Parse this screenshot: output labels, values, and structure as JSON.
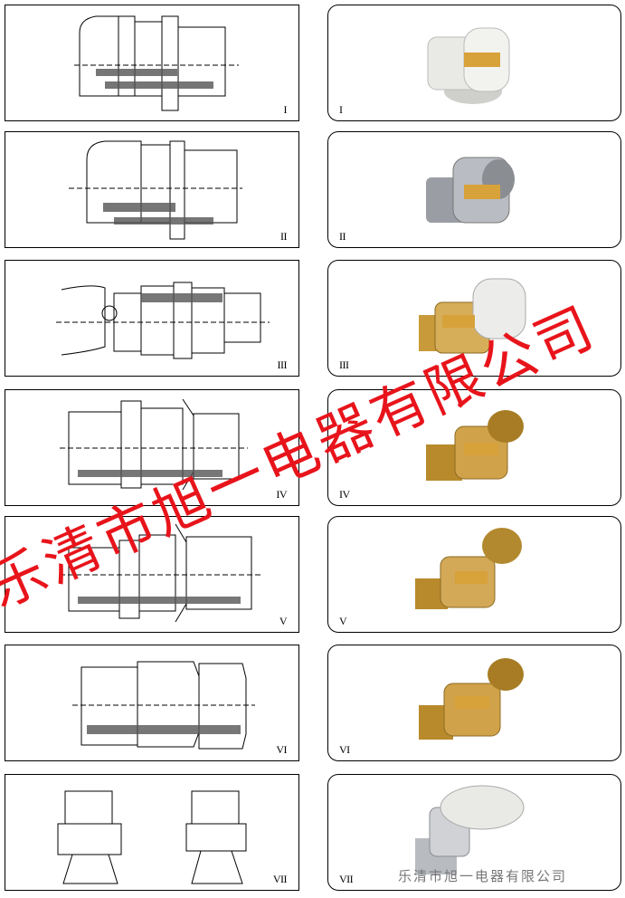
{
  "rows": [
    {
      "drawing_label": "I",
      "photo_label": "I"
    },
    {
      "drawing_label": "II",
      "photo_label": "II"
    },
    {
      "drawing_label": "III",
      "photo_label": "III"
    },
    {
      "drawing_label": "IV",
      "photo_label": "IV"
    },
    {
      "drawing_label": "V",
      "photo_label": "V"
    },
    {
      "drawing_label": "VI",
      "photo_label": "VI"
    },
    {
      "drawing_label": "VII",
      "photo_label": "VII"
    }
  ],
  "watermark_text": "乐清市旭一电器有限公司",
  "footer_text": "乐清市旭一电器有限公司",
  "colors": {
    "watermark": "#e8141b",
    "hatch": "#333333",
    "brass": "#c89a3a",
    "chrome": "#a9acb2",
    "white_plastic": "#e9e9e6",
    "label_tag": "#d8a23a"
  }
}
